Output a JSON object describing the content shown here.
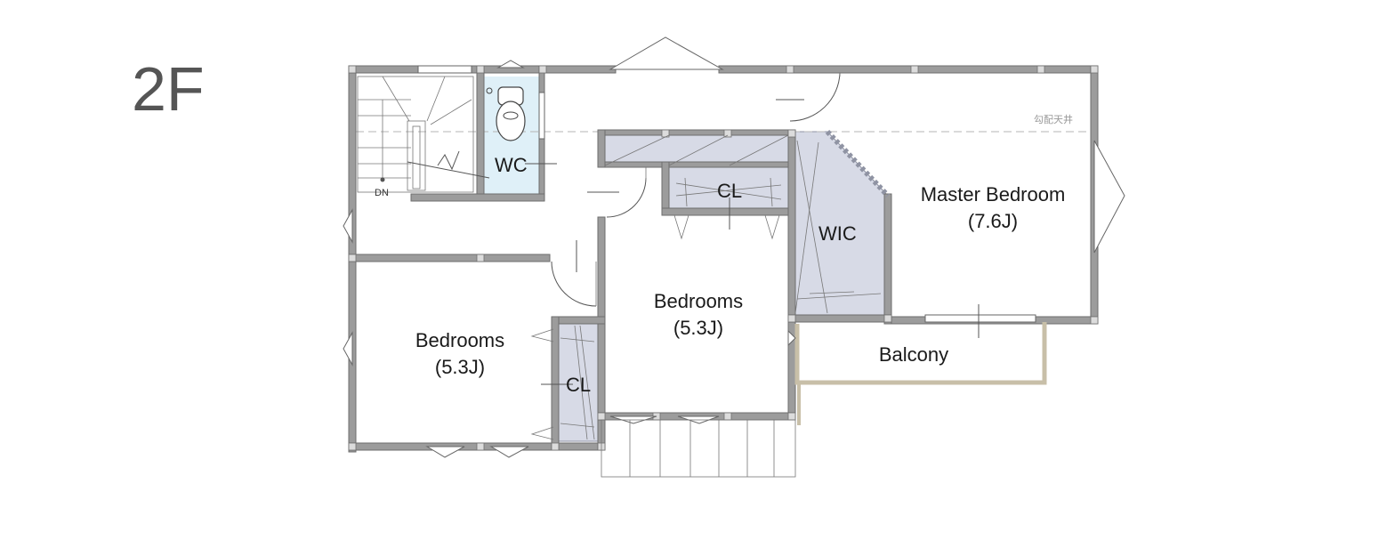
{
  "floor": {
    "label": "2F"
  },
  "rooms": {
    "wc": "WC",
    "closet_upper": "CL",
    "walk_in_closet": "WIC",
    "master_bedroom": "Master Bedroom",
    "master_bedroom_size": "(7.6J)",
    "bedroom_center": "Bedrooms",
    "bedroom_center_size": "(5.3J)",
    "bedroom_left": "Bedrooms",
    "bedroom_left_size": "(5.3J)",
    "closet_lower": "CL",
    "balcony": "Balcony"
  },
  "annotations": {
    "stair_direction": "DN",
    "sloped_ceiling": "勾配天井"
  },
  "colors": {
    "wall": "#9c9c9c",
    "closet_fill": "#d7dae6",
    "wc_fill": "#dff0f8",
    "balcony_rail": "#c8bfa8"
  }
}
